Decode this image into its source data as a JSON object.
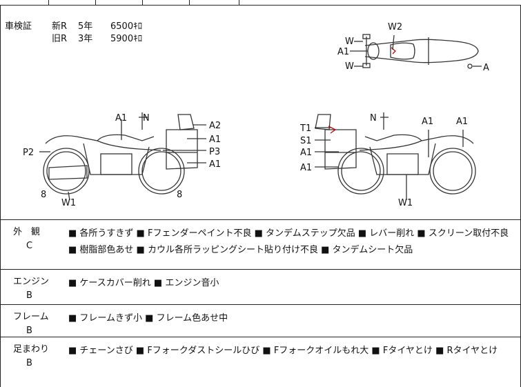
{
  "vehicle_inspection": {
    "label": "車検証",
    "rows": [
      {
        "type": "新R",
        "years": "5年",
        "price": "6500ｷﾛ"
      },
      {
        "type": "旧R",
        "years": "3年",
        "price": "5900ｷﾛ"
      }
    ]
  },
  "diagram_labels": {
    "top": {
      "w_upper": "W",
      "a1": "A1",
      "w_lower": "W",
      "w2": "W2",
      "a": "A"
    },
    "left": {
      "a1": "A1",
      "n": "N",
      "a2": "A2",
      "a1b": "A1",
      "p2": "P2",
      "p3": "P3",
      "a1c": "A1",
      "num_front": "8",
      "w1": "W1",
      "num_rear": "8"
    },
    "right": {
      "n": "N",
      "a1": "A1",
      "a1b": "A1",
      "t1": "T1",
      "s1": "S1",
      "a1c": "A1",
      "a1d": "A1",
      "w1": "W1"
    }
  },
  "sections": [
    {
      "name": "外　観",
      "grade": "C",
      "notes": "■ 各所うすきず ■ Fフェンダーペイント不良 ■ タンデムステップ欠品 ■ レバー削れ ■ スクリーン取付不良 ■ 樹脂部色あせ ■ カウル各所ラッピングシート貼り付け不良 ■ タンデムシート欠品"
    },
    {
      "name": "エンジン",
      "grade": "B",
      "notes": "■ ケースカバー削れ ■ エンジン音小"
    },
    {
      "name": "フレーム",
      "grade": "B",
      "notes": "■ フレームきず小 ■ フレーム色あせ中"
    },
    {
      "name": "足まわり",
      "grade": "B",
      "notes": "■ チェーンさび ■ Fフォークダストシールひび ■ Fフォークオイルもれ大 ■ Fタイヤとけ ■ Rタイヤとけ"
    }
  ]
}
